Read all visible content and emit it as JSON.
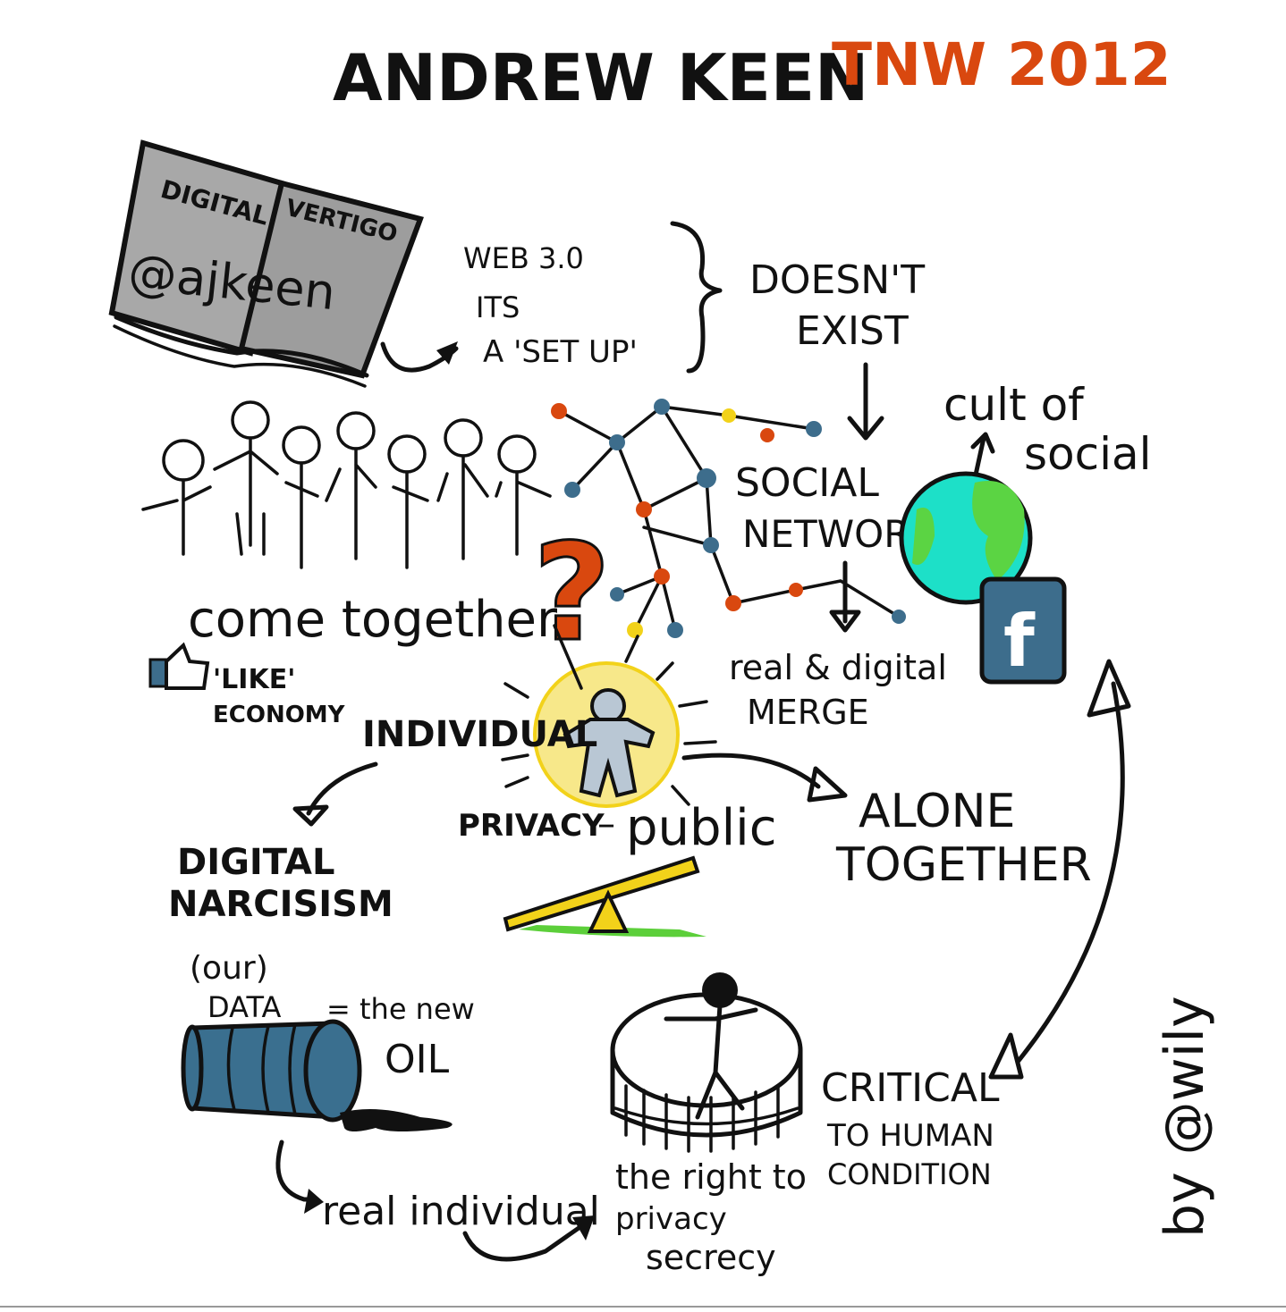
{
  "title": {
    "speaker": "ANDREW KEEN",
    "event": "TNW 2012"
  },
  "book": {
    "line1": "DIGITAL",
    "line2": "VERTIGO",
    "handle": "@ajkeen"
  },
  "web30": {
    "line1": "WEB 3.0",
    "line2": "ITS",
    "line3": "A 'SET UP'"
  },
  "doesnt_exist": {
    "line1": "DOESN'T",
    "line2": "EXIST"
  },
  "cult": {
    "line1": "cult of",
    "line2": "social"
  },
  "social_network": {
    "line1": "SOCIAL",
    "line2": "NETWORK"
  },
  "come_together": "come together",
  "like_economy": {
    "line1": "'LIKE'",
    "line2": "ECONOMY"
  },
  "real_digital": {
    "line1": "real & digital",
    "line2": "MERGE"
  },
  "individual": "INDIVIDUAL",
  "privacy_public": {
    "privacy": "PRIVACY",
    "dash": "–",
    "public": "public"
  },
  "alone_together": {
    "line1": "ALONE",
    "line2": "TOGETHER"
  },
  "digital_narcisism": {
    "line1": "DIGITAL",
    "line2": "NARCISISM"
  },
  "data_oil": {
    "our": "(our)",
    "data": "DATA",
    "eq": "= the new",
    "oil": "OIL"
  },
  "critical": {
    "line1": "CRITICAL",
    "line2": "TO HUMAN",
    "line3": "CONDITION"
  },
  "real_individual": "real individual",
  "right_privacy": {
    "line1": "the right to",
    "line2": "privacy",
    "line3": "secrecy"
  },
  "byline": "by @wily",
  "colors": {
    "ink": "#111111",
    "accent_orange": "#d9480f",
    "globe_cyan": "#1de0c8",
    "globe_green": "#5bd443",
    "facebook_blue": "#3d6d8c",
    "barrel_blue": "#3a6f8f",
    "glow_yellow": "#f7e88a",
    "seesaw_yellow": "#f2d21a",
    "grass_green": "#5ccf3a",
    "figure_gray": "#b9c7d4",
    "book_gray": "#a8a8a8"
  }
}
